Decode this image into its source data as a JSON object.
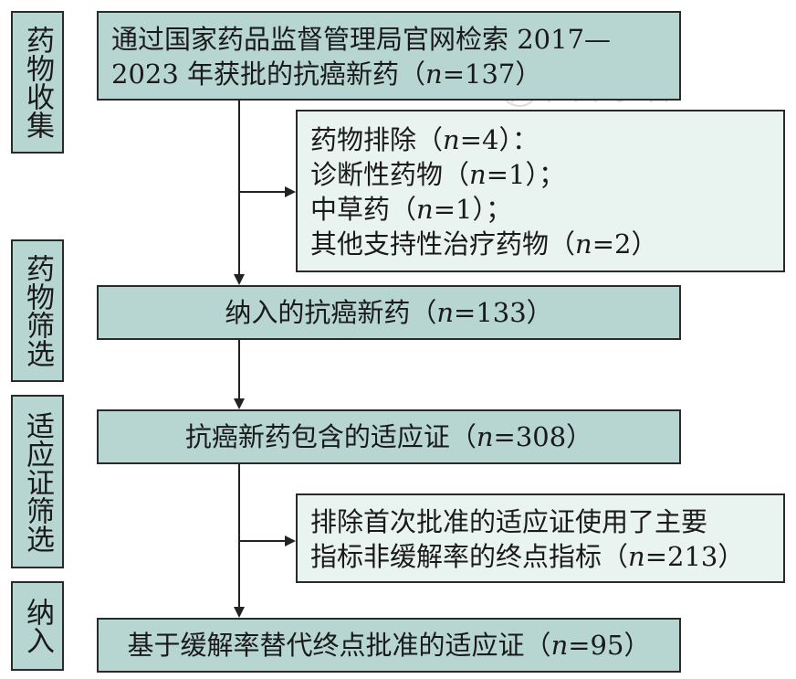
{
  "side_labels": {
    "collection": "药物收集",
    "screening": "药物筛选",
    "indication_screening": "适应证筛选",
    "inclusion": "纳入"
  },
  "boxes": {
    "search": {
      "line1": "通过国家药品监督管理局官网检索 2017—",
      "line2_pre": "2023 年获批的抗癌新药（",
      "line2_n": "n",
      "line2_post": "=137）"
    },
    "exclusion": {
      "l1_pre": "药物排除（",
      "l1_n": "n",
      "l1_post": "=4）：",
      "l2_pre": "诊断性药物（",
      "l2_n": "n",
      "l2_post": "=1）；",
      "l3_pre": "中草药（",
      "l3_n": "n",
      "l3_post": "=1）；",
      "l4_pre": "其他支持性治疗药物（",
      "l4_n": "n",
      "l4_post": "=2）"
    },
    "included": {
      "pre": "纳入的抗癌新药（",
      "n": "n",
      "post": "=133）"
    },
    "indications": {
      "pre": "抗癌新药包含的适应证（",
      "n": "n",
      "post": "=308）"
    },
    "excluded_indications": {
      "line1": "排除首次批准的适应证使用了主要",
      "line2_pre": "指标非缓解率的终点指标（",
      "line2_n": "n",
      "line2_post": "=213）"
    },
    "final": {
      "pre": "基于缓解率替代终点批准的适应证（",
      "n": "n",
      "post": "=95）"
    }
  },
  "watermark": "中華醫學會"
}
